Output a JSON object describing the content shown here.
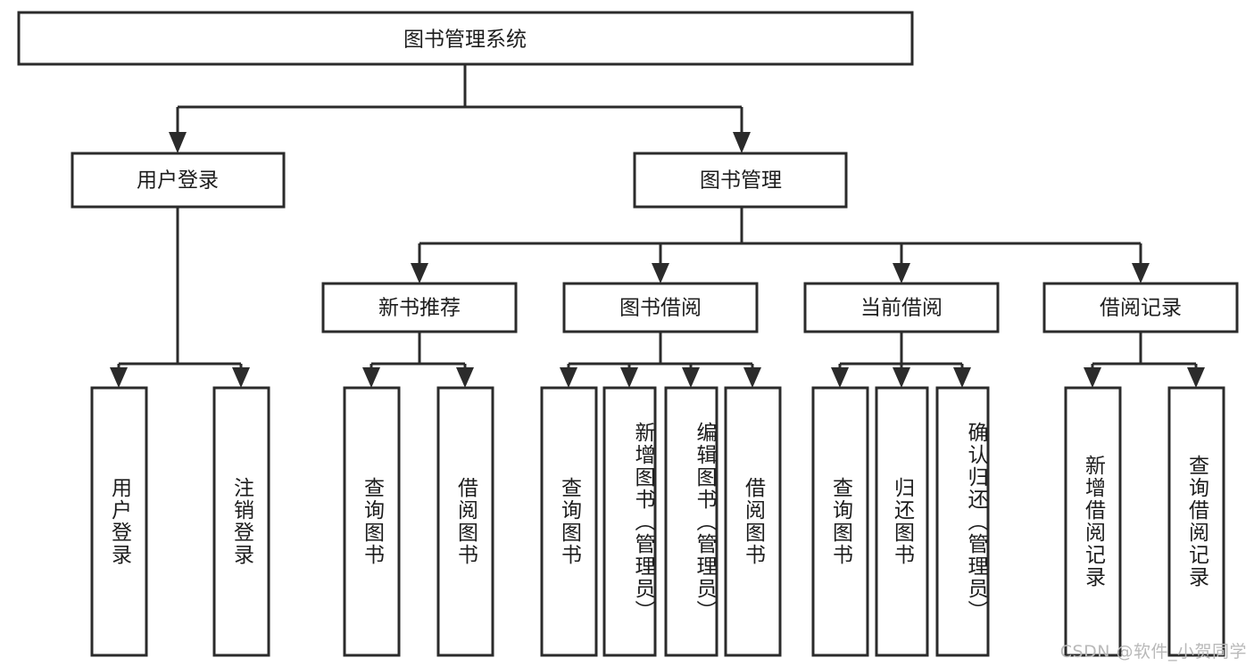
{
  "diagram": {
    "type": "tree-hierarchy-chart",
    "title": "图书管理系统",
    "watermark": "CSDN @软件_小贺同学",
    "colors": {
      "box_fill": "#ffffff",
      "box_stroke": "#2b2b2b",
      "text": "#1d1d1d",
      "background": "#ffffff",
      "watermark": "#b9b9b9"
    },
    "nodes": {
      "root": {
        "label": "图书管理系统",
        "level": 1,
        "orientation": "horizontal"
      },
      "l2": [
        {
          "id": "user-login",
          "label": "用户登录",
          "orientation": "horizontal"
        },
        {
          "id": "book-management",
          "label": "图书管理",
          "orientation": "horizontal"
        }
      ],
      "l3": [
        {
          "id": "new-book-recommend",
          "label": "新书推荐",
          "orientation": "horizontal",
          "parent": "book-management"
        },
        {
          "id": "book-borrow",
          "label": "图书借阅",
          "orientation": "horizontal",
          "parent": "book-management"
        },
        {
          "id": "current-borrow",
          "label": "当前借阅",
          "orientation": "horizontal",
          "parent": "book-management"
        },
        {
          "id": "borrow-record",
          "label": "借阅记录",
          "orientation": "horizontal",
          "parent": "book-management"
        }
      ],
      "leaves": [
        {
          "id": "leaf-user-login",
          "label": "用户登录",
          "parent": "user-login",
          "orientation": "vertical"
        },
        {
          "id": "leaf-user-logout",
          "label": "注销登录",
          "parent": "user-login",
          "orientation": "vertical"
        },
        {
          "id": "leaf-query-book-1",
          "label": "查询图书",
          "parent": "new-book-recommend",
          "orientation": "vertical"
        },
        {
          "id": "leaf-borrow-book-1",
          "label": "借阅图书",
          "parent": "new-book-recommend",
          "orientation": "vertical"
        },
        {
          "id": "leaf-query-book-2",
          "label": "查询图书",
          "parent": "book-borrow",
          "orientation": "vertical"
        },
        {
          "id": "leaf-add-book",
          "label": "新增图书（管理员）",
          "parent": "book-borrow",
          "orientation": "vertical"
        },
        {
          "id": "leaf-edit-book",
          "label": "编辑图书（管理员）",
          "parent": "book-borrow",
          "orientation": "vertical"
        },
        {
          "id": "leaf-borrow-book-2",
          "label": "借阅图书",
          "parent": "book-borrow",
          "orientation": "vertical"
        },
        {
          "id": "leaf-query-book-3",
          "label": "查询图书",
          "parent": "current-borrow",
          "orientation": "vertical"
        },
        {
          "id": "leaf-return-book",
          "label": "归还图书",
          "parent": "current-borrow",
          "orientation": "vertical"
        },
        {
          "id": "leaf-confirm-return",
          "label": "确认归还（管理员）",
          "parent": "current-borrow",
          "orientation": "vertical"
        },
        {
          "id": "leaf-add-record",
          "label": "新增借阅记录",
          "parent": "borrow-record",
          "orientation": "vertical"
        },
        {
          "id": "leaf-query-record",
          "label": "查询借阅记录",
          "parent": "borrow-record",
          "orientation": "vertical"
        }
      ]
    }
  }
}
